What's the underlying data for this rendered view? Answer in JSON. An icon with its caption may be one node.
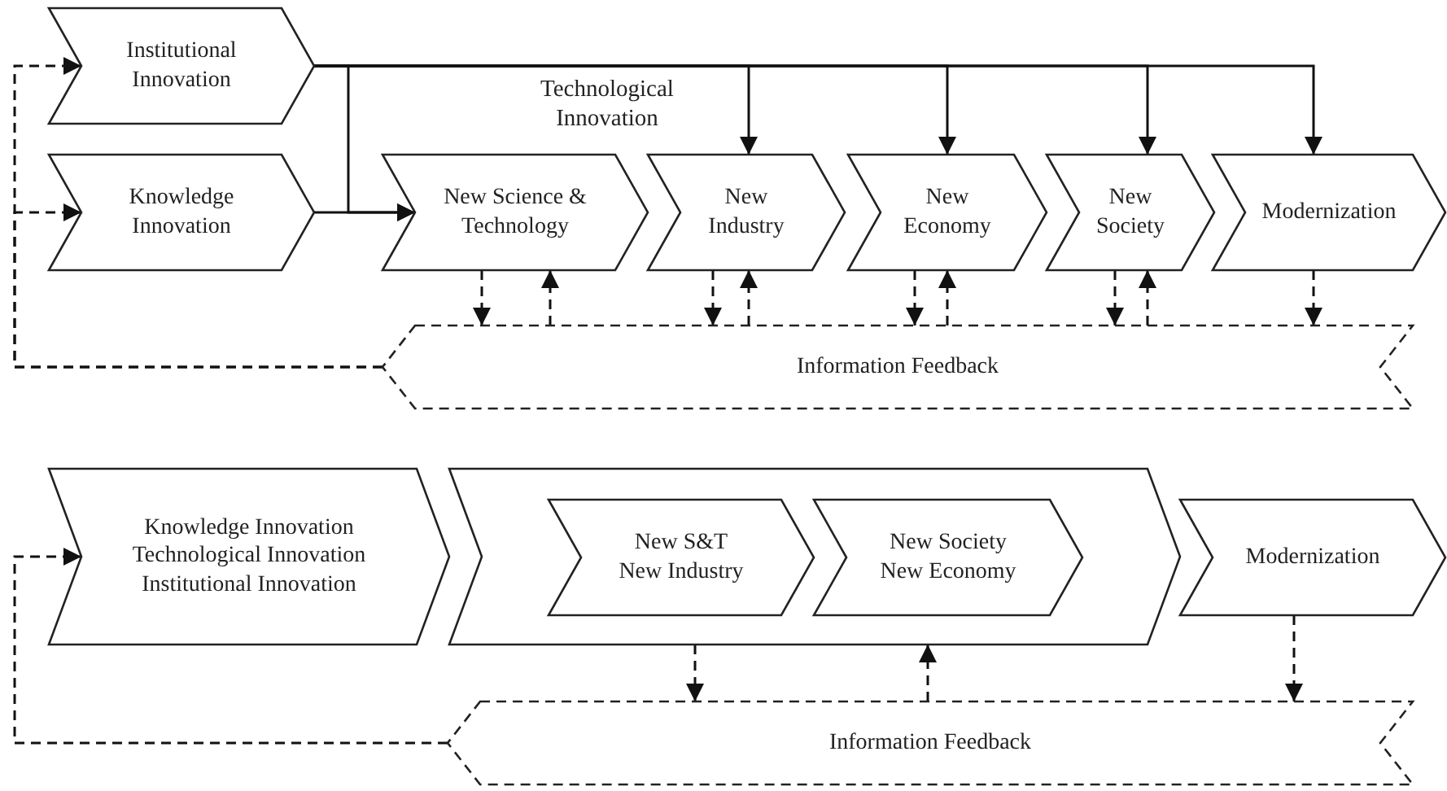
{
  "diagram": {
    "nodes": [
      {
        "text": [
          "Institutional Innovation"
        ]
      },
      {
        "text": [
          "Knowledge Innovation"
        ]
      },
      {
        "text": [
          "New Science & Technology"
        ]
      },
      {
        "text": [
          "New Industry"
        ]
      },
      {
        "text": [
          "New Economy"
        ]
      },
      {
        "text": [
          "New Society"
        ]
      },
      {
        "text": [
          "Modernization"
        ]
      },
      {
        "text": [
          "Information Feedback"
        ]
      },
      {
        "text": [
          "Knowledge Innovation",
          "Technological Innovation",
          "Institutional Innovation"
        ]
      },
      {
        "text": [],
        "shape": "chevron"
      },
      {
        "text": [
          "New S&T",
          "New Industry"
        ],
        "in": 9
      },
      {
        "text": [
          "New Society",
          "New Economy"
        ],
        "in": 9
      },
      {
        "text": [
          "Modernization"
        ]
      },
      {
        "text": [
          "Information Feedback"
        ]
      }
    ],
    "edges": [
      {
        "from": 0,
        "to": 2,
        "arrow": "to"
      },
      {
        "from": 1,
        "to": 2,
        "arrow": "to"
      },
      {
        "from": 0,
        "to": 3,
        "arrow": "to"
      },
      {
        "from": 0,
        "to": 4,
        "arrow": "to"
      },
      {
        "from": 0,
        "to": 5,
        "arrow": "to"
      },
      {
        "from": 0,
        "to": 6,
        "arrow": "to"
      },
      {
        "from": 2,
        "to": 7,
        "arrow": "to",
        "style": "dashed"
      },
      {
        "from": 7,
        "to": 2,
        "arrow": "to",
        "style": "dashed"
      },
      {
        "from": 3,
        "to": 7,
        "arrow": "to",
        "style": "dashed"
      },
      {
        "from": 7,
        "to": 3,
        "arrow": "to",
        "style": "dashed"
      },
      {
        "from": 4,
        "to": 7,
        "arrow": "to",
        "style": "dashed"
      },
      {
        "from": 7,
        "to": 4,
        "arrow": "to",
        "style": "dashed"
      },
      {
        "from": 5,
        "to": 7,
        "arrow": "to",
        "style": "dashed"
      },
      {
        "from": 7,
        "to": 5,
        "arrow": "to",
        "style": "dashed"
      },
      {
        "from": 6,
        "to": 7,
        "arrow": "to",
        "style": "dashed"
      },
      {
        "from": 7,
        "to": 0,
        "arrow": "to",
        "style": "dashed"
      },
      {
        "from": 7,
        "to": 1,
        "arrow": "to",
        "style": "dashed"
      },
      {
        "from": 9,
        "to": 13,
        "arrow": "to",
        "style": "dashed"
      },
      {
        "from": 13,
        "to": 9,
        "arrow": "to",
        "style": "dashed"
      },
      {
        "from": 12,
        "to": 13,
        "arrow": "to",
        "style": "dashed"
      },
      {
        "from": 13,
        "to": 8,
        "arrow": "to",
        "style": "dashed"
      }
    ],
    "labels": [
      "Technological Innovation"
    ]
  }
}
